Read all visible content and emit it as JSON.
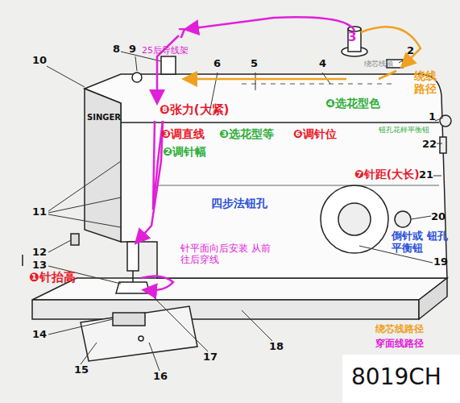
{
  "diagram": {
    "labels": [
      "7",
      "25后导线架",
      "3",
      "9",
      "8",
      "6",
      "5",
      "4",
      "2",
      "绕芯线轴",
      "绕线 路径",
      "10",
      "SINGER",
      "❽张力(大紧)",
      "1",
      "钮孔花样平衡钮",
      "❹选花型色",
      "❸调直线",
      "❸选花型等",
      "❻调针位",
      "22",
      "❷调针幅",
      "21",
      "❼针距(大长)",
      "四步法钮孔",
      "11",
      "20",
      "倒针或 钮孔平衡钮",
      "12",
      "13",
      "针平面向后安装 从前往后穿线",
      "19",
      "❶针抬高",
      "14",
      "15",
      "16",
      "17",
      "18",
      "绕芯线路径",
      "穿面线路径",
      "8019CH"
    ]
  }
}
